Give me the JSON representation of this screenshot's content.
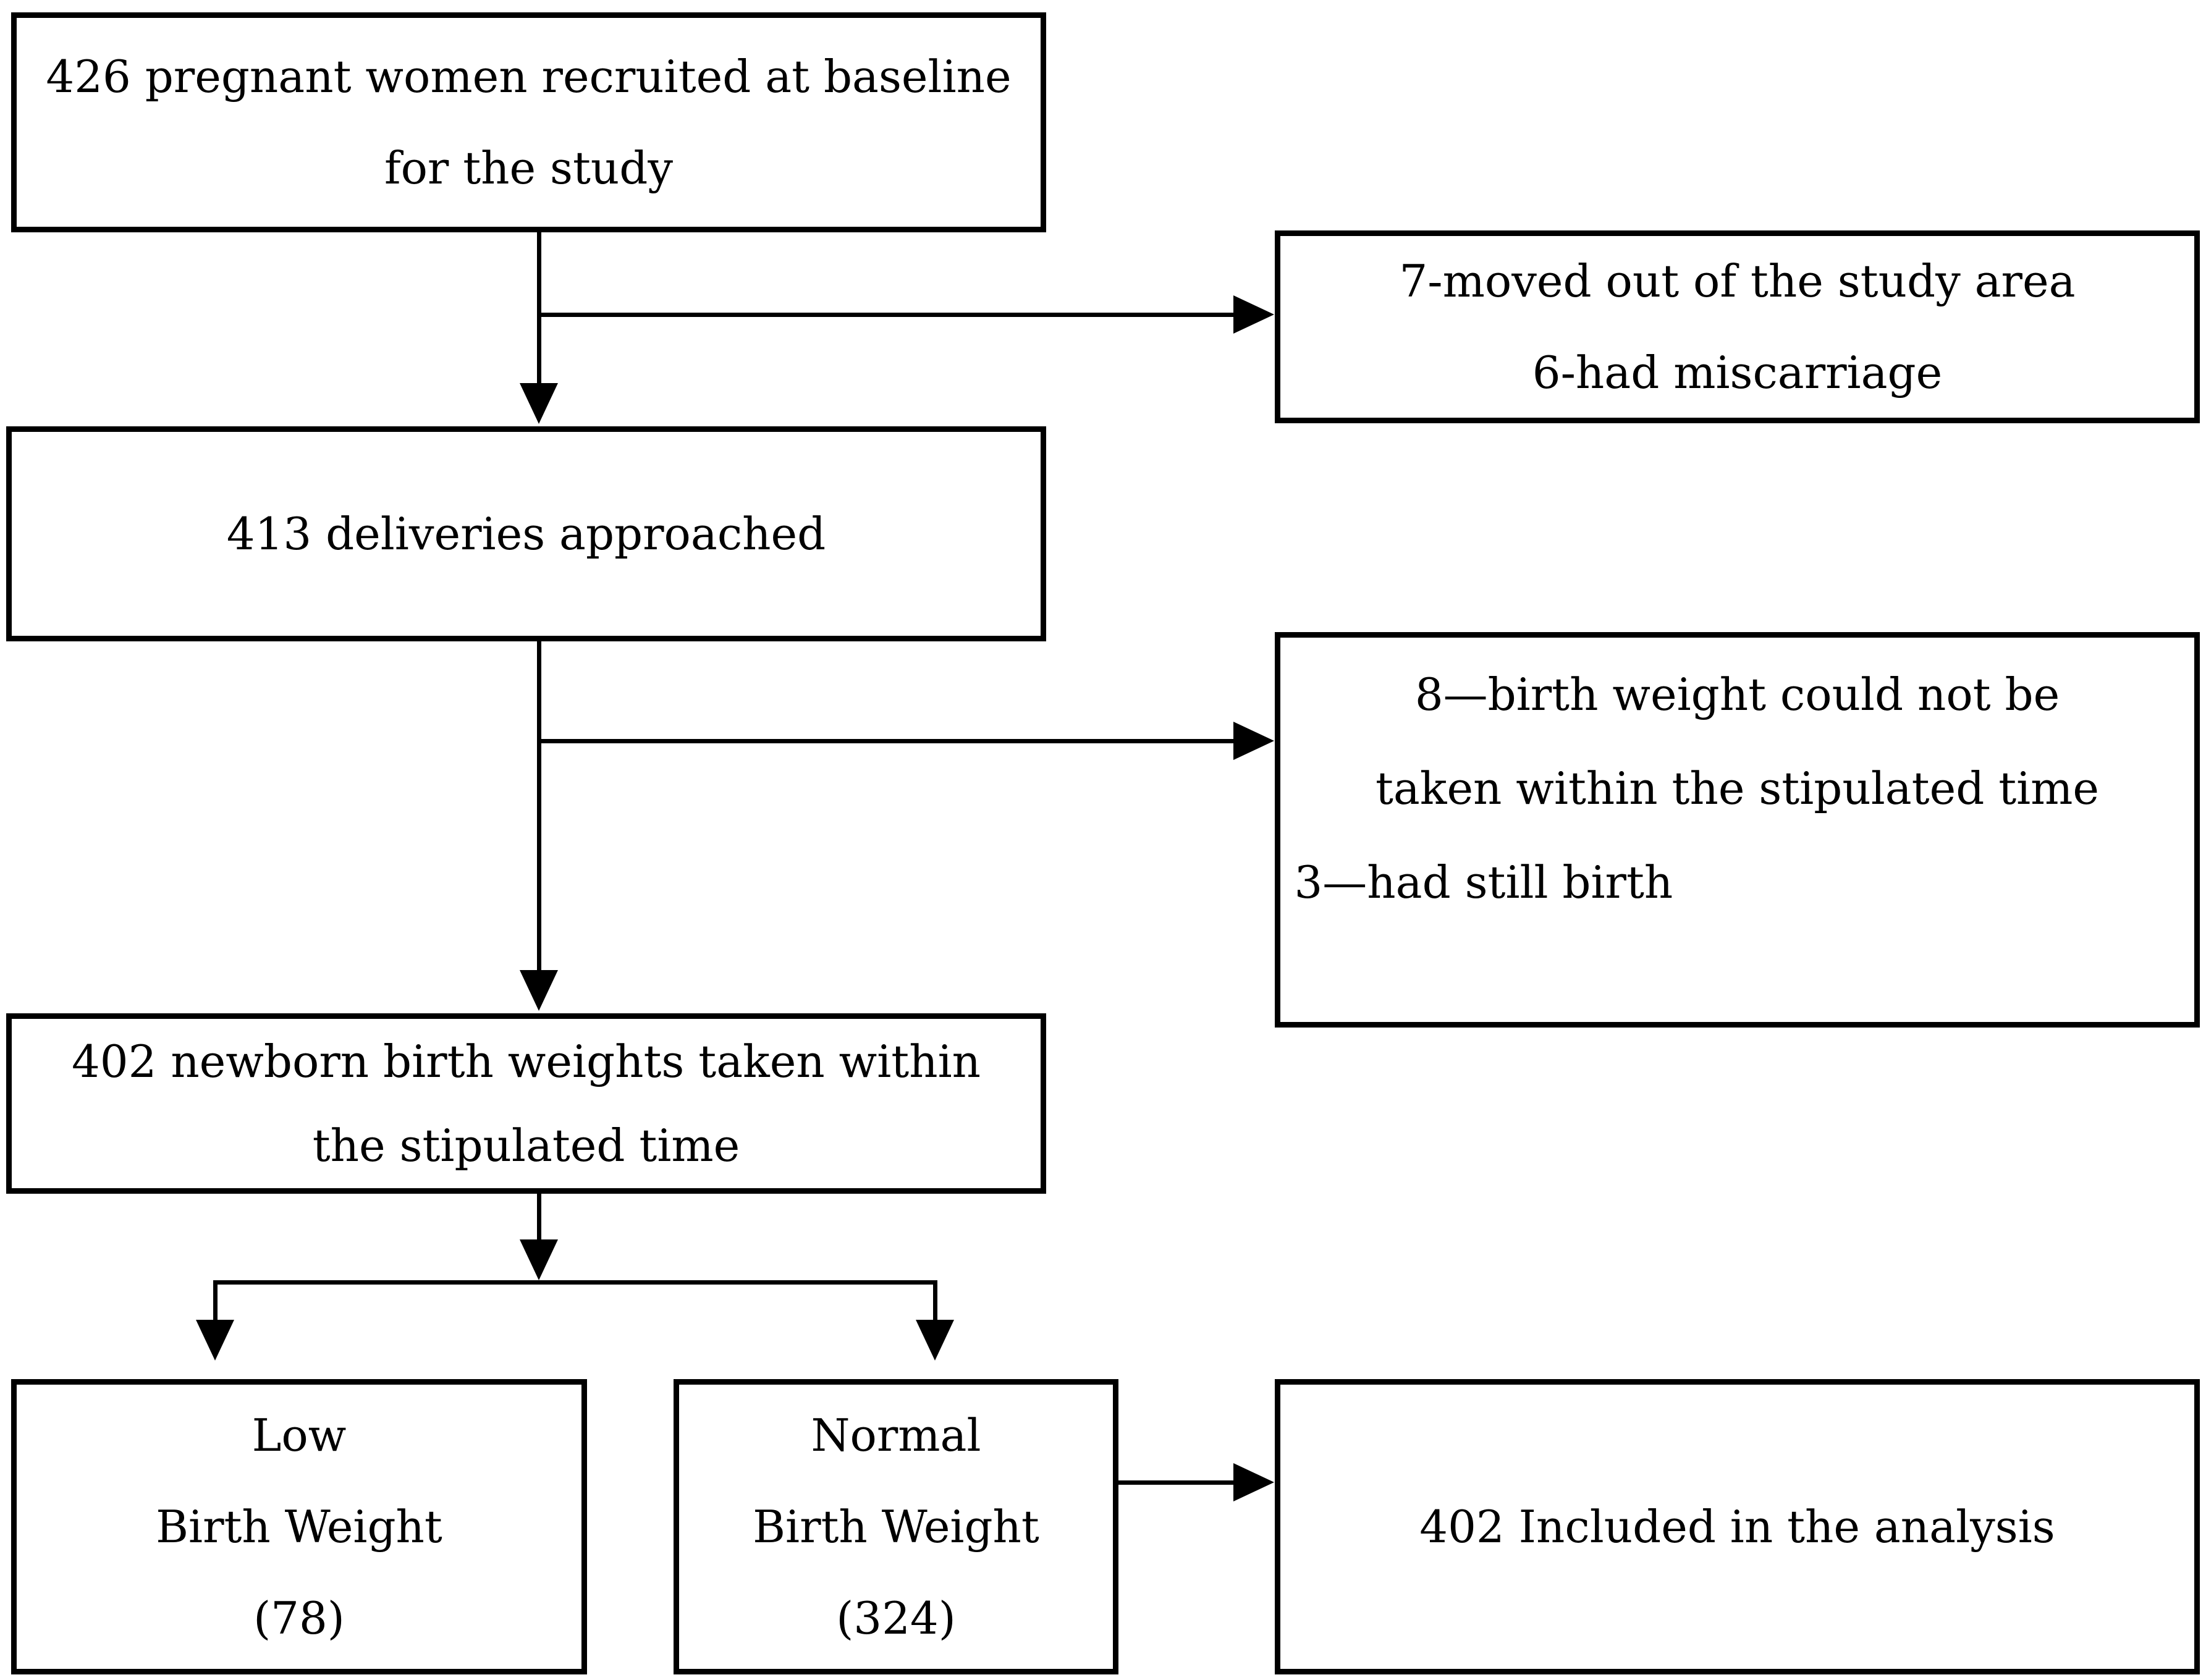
{
  "figure": {
    "type": "study-flow-diagram",
    "background_color": "#ffffff",
    "line_color": "#000000",
    "text_color": "#000000"
  },
  "boxes": {
    "recruited": {
      "lines": [
        "426 pregnant women recruited at baseline",
        "for the study"
      ]
    },
    "excluded_baseline": {
      "lines": [
        "7-moved out of the study area",
        "6-had miscarriage"
      ]
    },
    "deliveries": {
      "lines": [
        "413 deliveries approached"
      ]
    },
    "excluded_delivery": {
      "lines": [
        "8—birth weight could not be",
        "taken within the stipulated time",
        "3—had still birth"
      ]
    },
    "weights_taken": {
      "lines": [
        "402 newborn birth weights taken within",
        "the stipulated time"
      ]
    },
    "low_birth_weight": {
      "lines": [
        "Low",
        "Birth Weight",
        "(78)"
      ]
    },
    "normal_birth_weight": {
      "lines": [
        "Normal",
        "Birth Weight",
        "(324)"
      ]
    },
    "included": {
      "lines": [
        "402 Included in the analysis"
      ]
    }
  }
}
